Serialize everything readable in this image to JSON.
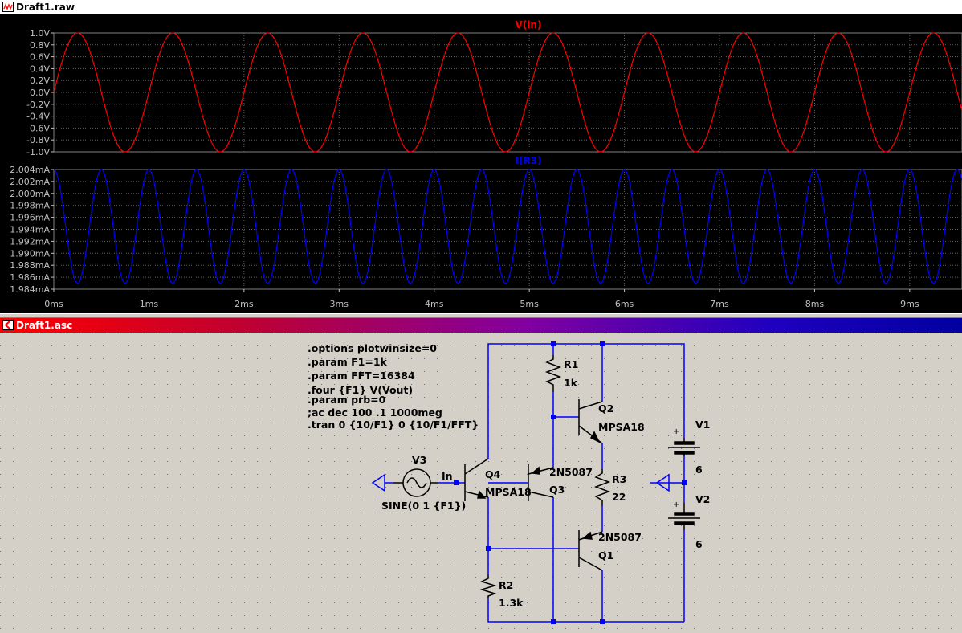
{
  "windows": {
    "waveform": {
      "title": "Draft1.raw"
    },
    "schematic": {
      "title": "Draft1.asc"
    }
  },
  "colors": {
    "vin": "#ff0000",
    "ir3": "#0000ff",
    "wire": "#0000ff",
    "grid": "#808080",
    "axis_text": "#c0c0c0"
  },
  "chart_data": [
    {
      "type": "line",
      "series": [
        {
          "name": "V(in)",
          "color": "#ff0000",
          "amplitude": 1.0,
          "offset": 0.0,
          "frequency_khz": 1.0,
          "phase": "sine"
        }
      ],
      "y_ticks": [
        "1.0V",
        "0.8V",
        "0.6V",
        "0.4V",
        "0.2V",
        "0.0V",
        "-0.2V",
        "-0.4V",
        "-0.6V",
        "-0.8V",
        "-1.0V"
      ],
      "ylim": [
        -1.0,
        1.0
      ],
      "xlim_ms": [
        0,
        9.55
      ],
      "grid": true
    },
    {
      "type": "line",
      "series": [
        {
          "name": "I(R3)",
          "color": "#0000ff",
          "amplitude_ma": 0.0095,
          "offset_ma": 1.9945,
          "frequency_khz": 2.0,
          "phase": "cosine"
        }
      ],
      "y_ticks": [
        "2.004mA",
        "2.002mA",
        "2.000mA",
        "1.998mA",
        "1.996mA",
        "1.994mA",
        "1.992mA",
        "1.990mA",
        "1.988mA",
        "1.986mA",
        "1.984mA"
      ],
      "ylim": [
        1.984,
        2.004
      ],
      "xlim_ms": [
        0,
        9.55
      ],
      "x_ticks": [
        "0ms",
        "1ms",
        "2ms",
        "3ms",
        "4ms",
        "5ms",
        "6ms",
        "7ms",
        "8ms",
        "9ms"
      ],
      "grid": true
    }
  ],
  "spice_directives": [
    ".options plotwinsize=0",
    ".param F1=1k",
    ".param FFT=16384",
    ".four {F1} V(Vout)",
    ".param prb=0",
    ";ac dec 100 .1 1000meg",
    ".tran 0 {10/F1} 0 {10/F1/FFT}"
  ],
  "components": {
    "r1": {
      "ref": "R1",
      "value": "1k"
    },
    "r2": {
      "ref": "R2",
      "value": "1.3k"
    },
    "r3": {
      "ref": "R3",
      "value": "22"
    },
    "q1": {
      "ref": "Q1",
      "model": "2N5087"
    },
    "q2": {
      "ref": "Q2",
      "model": "MPSA18"
    },
    "q3": {
      "ref": "Q3",
      "model": "2N5087"
    },
    "q4": {
      "ref": "Q4",
      "model": "MPSA18"
    },
    "v1": {
      "ref": "V1",
      "value": "6"
    },
    "v2": {
      "ref": "V2",
      "value": "6"
    },
    "v3": {
      "ref": "V3",
      "value": "SINE(0 1 {F1})"
    },
    "net_in": "In"
  }
}
